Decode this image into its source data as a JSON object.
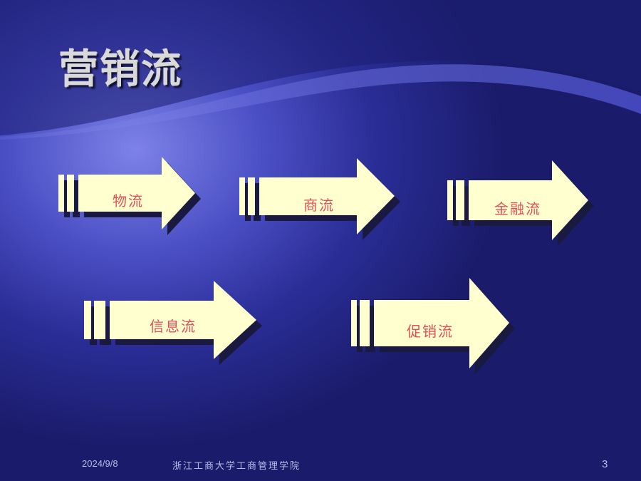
{
  "slide": {
    "title": "营销流",
    "arrows": [
      {
        "label": "物流"
      },
      {
        "label": "商流"
      },
      {
        "label": "金融流"
      },
      {
        "label": "信息流"
      },
      {
        "label": "促销流"
      }
    ],
    "footer": {
      "date": "2024/9/8",
      "organization": "浙江工商大学工商管理学院",
      "page_number": "3"
    }
  },
  "colors": {
    "arrow_fill": "#ffffd0",
    "arrow_shadow": "#1a1a40",
    "label_text": "#e0505a",
    "title_text": "#d9d9d9"
  }
}
